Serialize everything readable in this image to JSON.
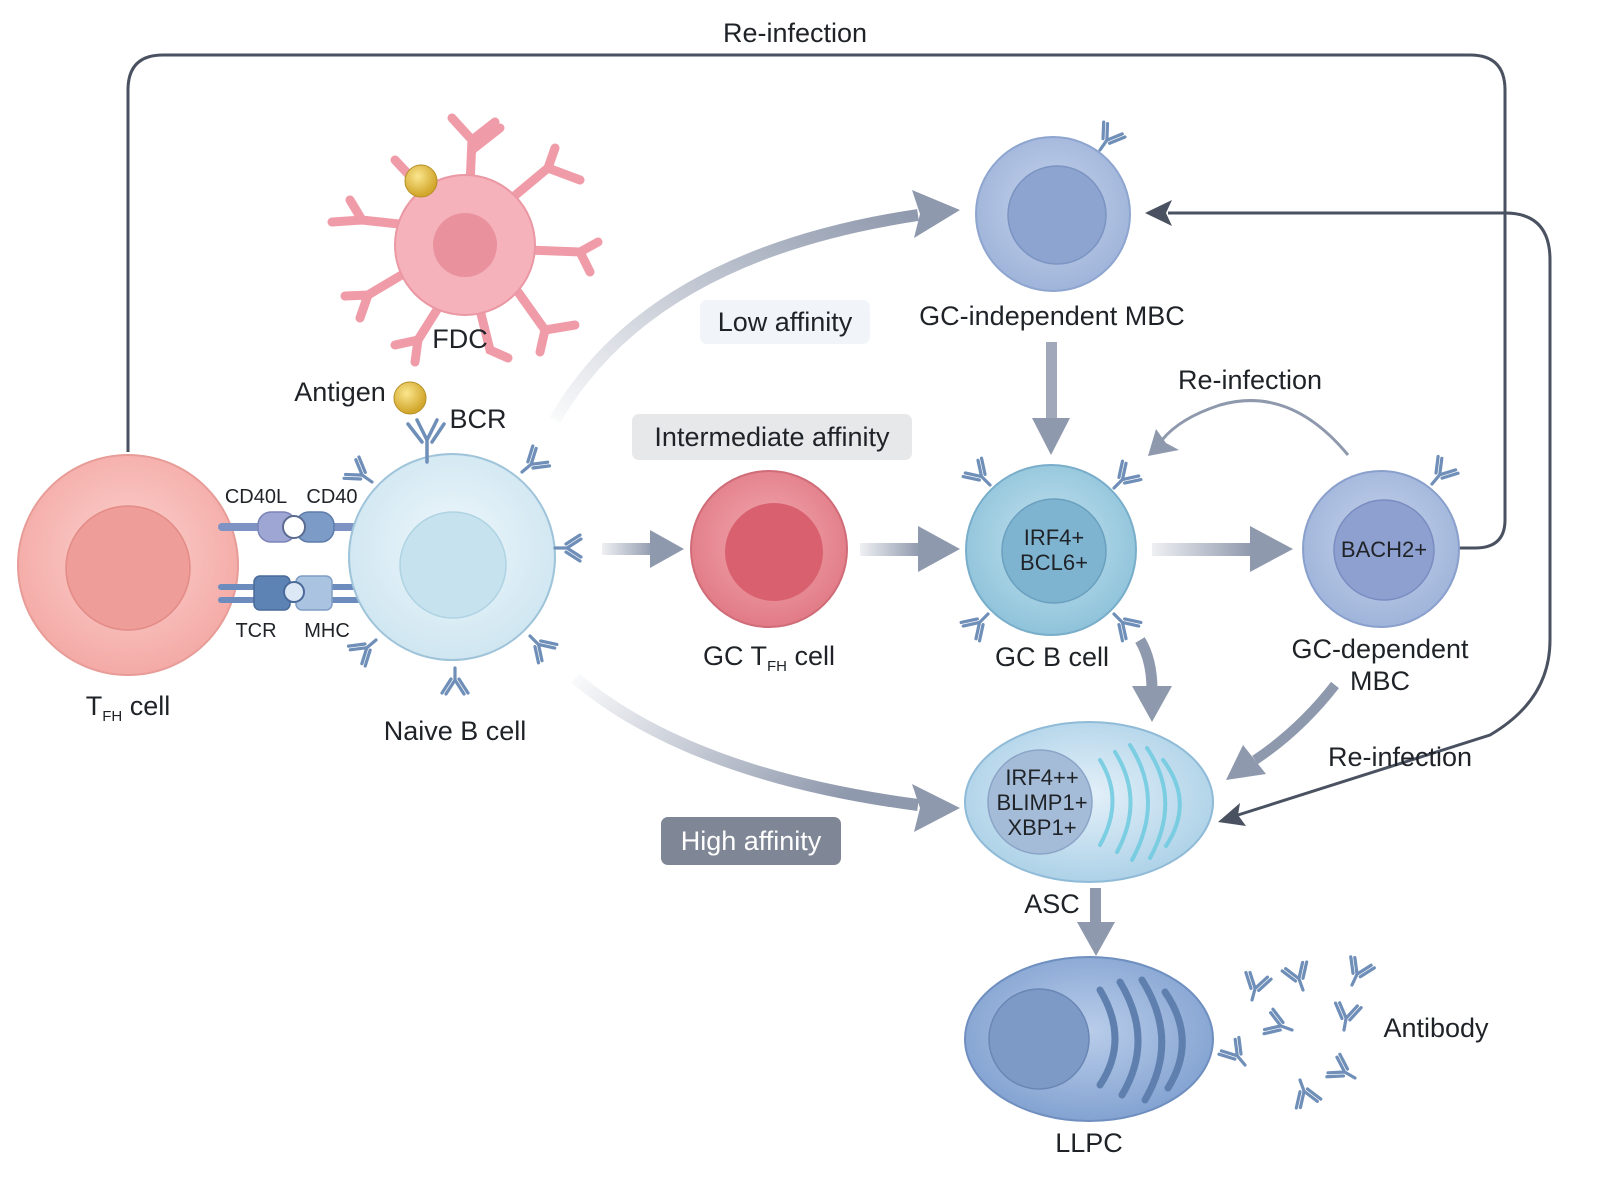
{
  "colors": {
    "tfh": "#f6b5b2",
    "tfh_nucleus": "#ef9995",
    "naive_b": "#dceef6",
    "naive_b_nucleus": "#c5e1ec",
    "fdc": "#f4a7b0",
    "gc_tfh": "#e9868f",
    "gc_tfh_nucleus": "#d95f6d",
    "gc_b": "#a9d2e4",
    "mbc": "#a9bcde",
    "asc": "#c2def0",
    "llpc": "#93b1d9",
    "antigen": "#e3bd3f",
    "antibody": "#6f8fb8",
    "arrow": "#8f99ad",
    "line": "#4a5160"
  },
  "labels": {
    "reinfection_top": "Re-infection",
    "reinfection_mid": "Re-infection",
    "reinfection_right": "Re-infection",
    "fdc": "FDC",
    "antigen": "Antigen",
    "bcr": "BCR",
    "cd40l": "CD40L",
    "cd40": "CD40",
    "tcr": "TCR",
    "mhc": "MHC",
    "tfh_cell_main": "T",
    "tfh_cell_sub": "FH",
    "tfh_cell_rest": " cell",
    "naive_b_cell": "Naive B cell",
    "gc_tfh_main": "GC T",
    "gc_tfh_sub": "FH",
    "gc_tfh_rest": " cell",
    "gc_b_cell": "GC B cell",
    "gc_independent_mbc": "GC-independent MBC",
    "gc_dependent_mbc_line1": "GC-dependent",
    "gc_dependent_mbc_line2": "MBC",
    "asc": "ASC",
    "llpc": "LLPC",
    "antibody": "Antibody",
    "low_affinity": "Low affinity",
    "intermediate_affinity": "Intermediate affinity",
    "high_affinity": "High affinity",
    "gc_b_markers": [
      "IRF4+",
      "BCL6+"
    ],
    "mbc_marker": "BACH2+",
    "asc_markers": [
      "IRF4++",
      "BLIMP1+",
      "XBP1+"
    ]
  }
}
